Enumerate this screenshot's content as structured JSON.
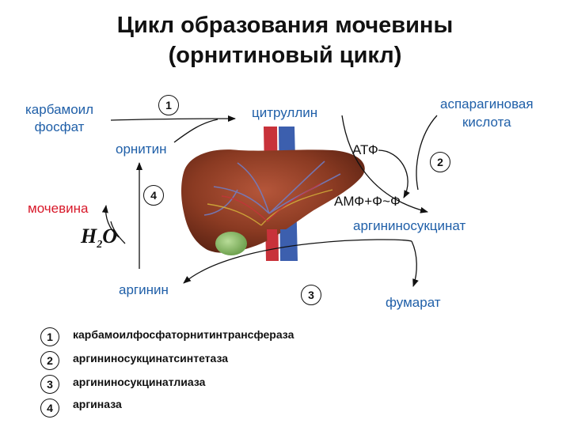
{
  "title_line1": "Цикл образования мочевины",
  "title_line2": "(орнитиновый цикл)",
  "labels": {
    "carbamoyl_phosphate": "карбамоил\nфосфат",
    "citrulline": "цитруллин",
    "aspartic_acid": "аспарагиновая\nкислота",
    "ornithine": "орнитин",
    "atp": "АТФ",
    "urea": "мочевина",
    "amp_ppi": "АМФ+Ф~Ф",
    "argininosuccinate": "аргининосукцинат",
    "h2o_h": "H",
    "h2o_2": "2",
    "h2o_o": "O",
    "arginine": "аргинин",
    "fumarate": "фумарат"
  },
  "step_numbers": [
    "1",
    "2",
    "3",
    "4"
  ],
  "legend": [
    {
      "num": "1",
      "text": "карбамоилфосфаторнитинтрансфераза"
    },
    {
      "num": "2",
      "text": "аргининосукцинатсинтетаза"
    },
    {
      "num": "3",
      "text": "аргининосукцинатлиаза"
    },
    {
      "num": "4",
      "text": "аргиназа"
    }
  ],
  "colors": {
    "label_blue": "#1f5fa8",
    "urea_red": "#d8192a",
    "liver_brown": "#8a3a22",
    "vessel_red": "#c8323a",
    "vessel_blue": "#3c5fae",
    "gallbladder_green": "#8bbf6a"
  }
}
